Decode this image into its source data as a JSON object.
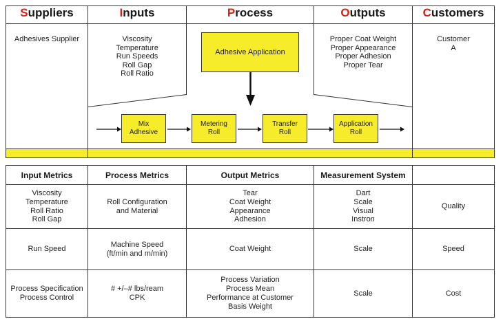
{
  "sipoc": {
    "headers": [
      {
        "initial": "S",
        "rest": "uppliers"
      },
      {
        "initial": "I",
        "rest": "nputs"
      },
      {
        "initial": "P",
        "rest": "rocess"
      },
      {
        "initial": "O",
        "rest": "utputs"
      },
      {
        "initial": "C",
        "rest": "ustomers"
      }
    ],
    "suppliers": "Adhesives Supplier",
    "inputs": "Viscosity\nTemperature\nRun Speeds\nRoll Gap\nRoll Ratio",
    "process_main": "Adhesive Application",
    "outputs": "Proper Coat Weight\nProper Appearance\nProper Adhesion\nProper Tear",
    "customers": "Customer\nA",
    "steps": [
      "Mix\nAdhesive",
      "Metering\nRoll",
      "Transfer\nRoll",
      "Application\nRoll"
    ]
  },
  "metrics": {
    "headers": [
      "Input Metrics",
      "Process Metrics",
      "Output Metrics",
      "Measurement System",
      ""
    ],
    "rows": [
      [
        "Viscosity\nTemperature\nRoll Ratio\nRoll Gap",
        "Roll Configuration\nand Material",
        "Tear\nCoat Weight\nAppearance\nAdhesion",
        "Dart\nScale\nVisual\nInstron",
        "Quality"
      ],
      [
        "Run Speed",
        "Machine Speed\n(ft/min and m/min)",
        "Coat Weight",
        "Scale",
        "Speed"
      ],
      [
        "Process Specification\nProcess Control",
        "# +/–# lbs/ream\nCPK",
        "Process Variation\nProcess Mean\nPerformance at Customer\nBasis Weight",
        "Scale",
        "Cost"
      ]
    ]
  },
  "colors": {
    "accent_red": "#e11e10",
    "yellow": "#f6ec2a",
    "line": "#333333"
  }
}
